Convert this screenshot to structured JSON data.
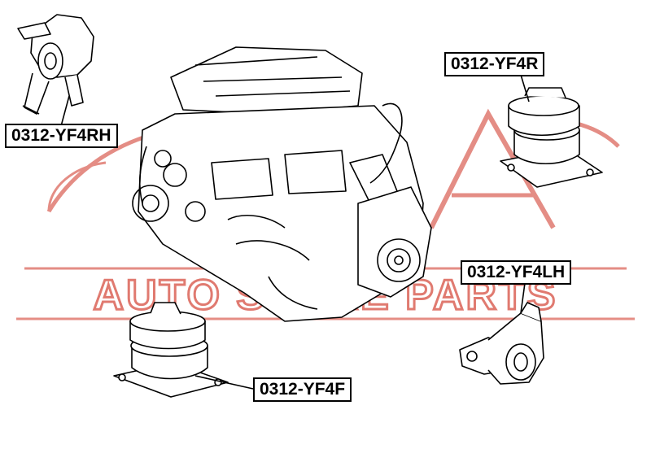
{
  "watermark": {
    "text": "AUTO SPARE PARTS",
    "color": "#e07a70"
  },
  "parts": {
    "rh": {
      "label": "0312-YF4RH"
    },
    "r": {
      "label": "0312-YF4R"
    },
    "lh": {
      "label": "0312-YF4LH"
    },
    "f": {
      "label": "0312-YF4F"
    }
  },
  "colors": {
    "line": "#000000",
    "watermark": "#e07a70",
    "background": "#ffffff"
  }
}
